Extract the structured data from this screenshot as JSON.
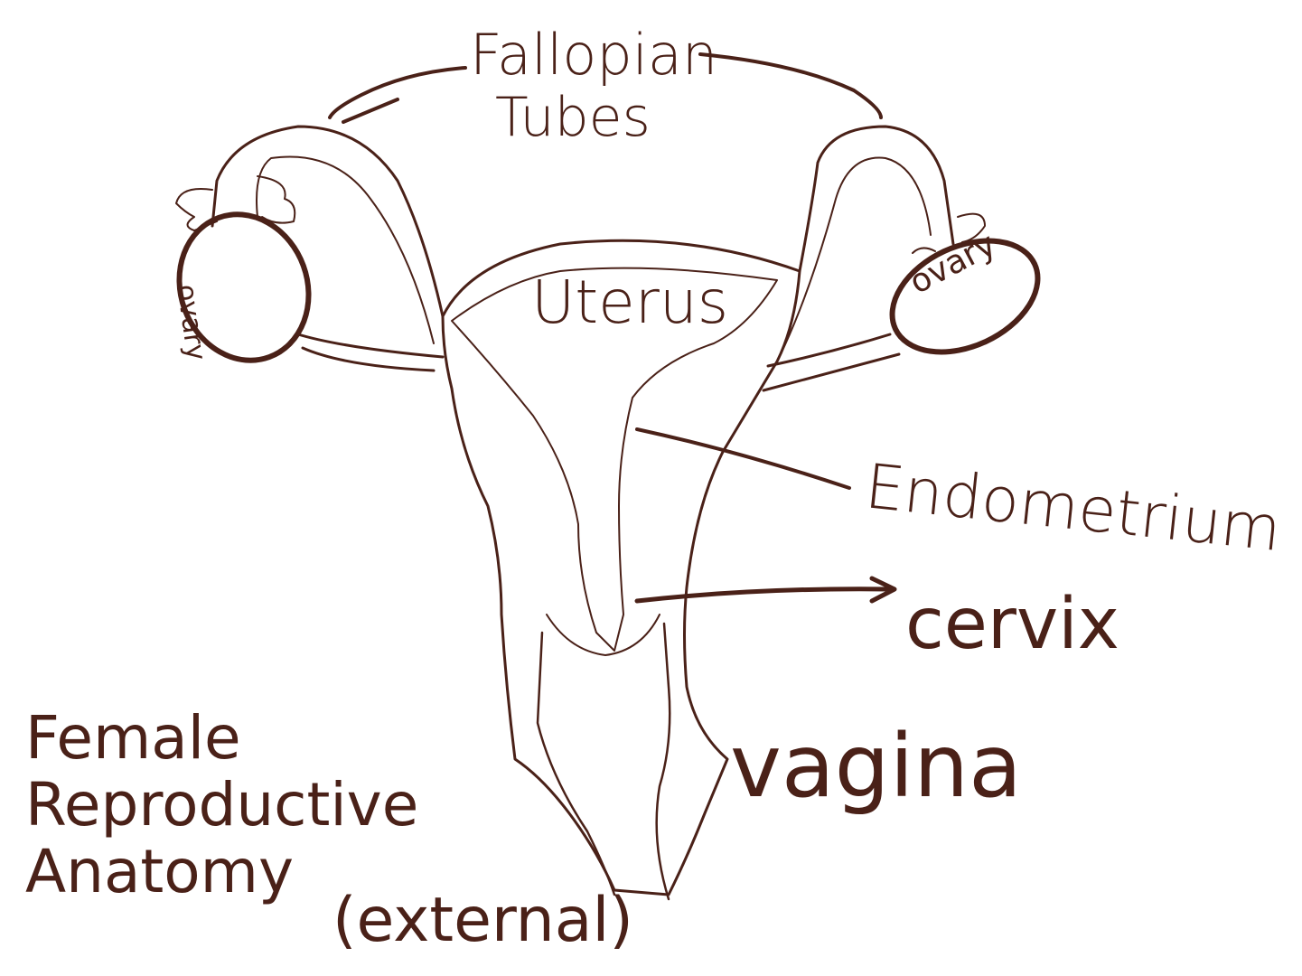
{
  "labels": {
    "fallopian": "Fallopian",
    "tubes": "Tubes",
    "uterus": "Uterus",
    "ovary_left": "ovary",
    "ovary_right": "ovary",
    "endometrium": "Endometrium",
    "cervix": "cervix",
    "vagina": "vagina"
  },
  "title": {
    "line1": "Female",
    "line2": "Reproductive",
    "line3": "Anatomy",
    "paren": "(external)"
  },
  "colors": {
    "ink": "#4a2118",
    "background": "#ffffff"
  }
}
